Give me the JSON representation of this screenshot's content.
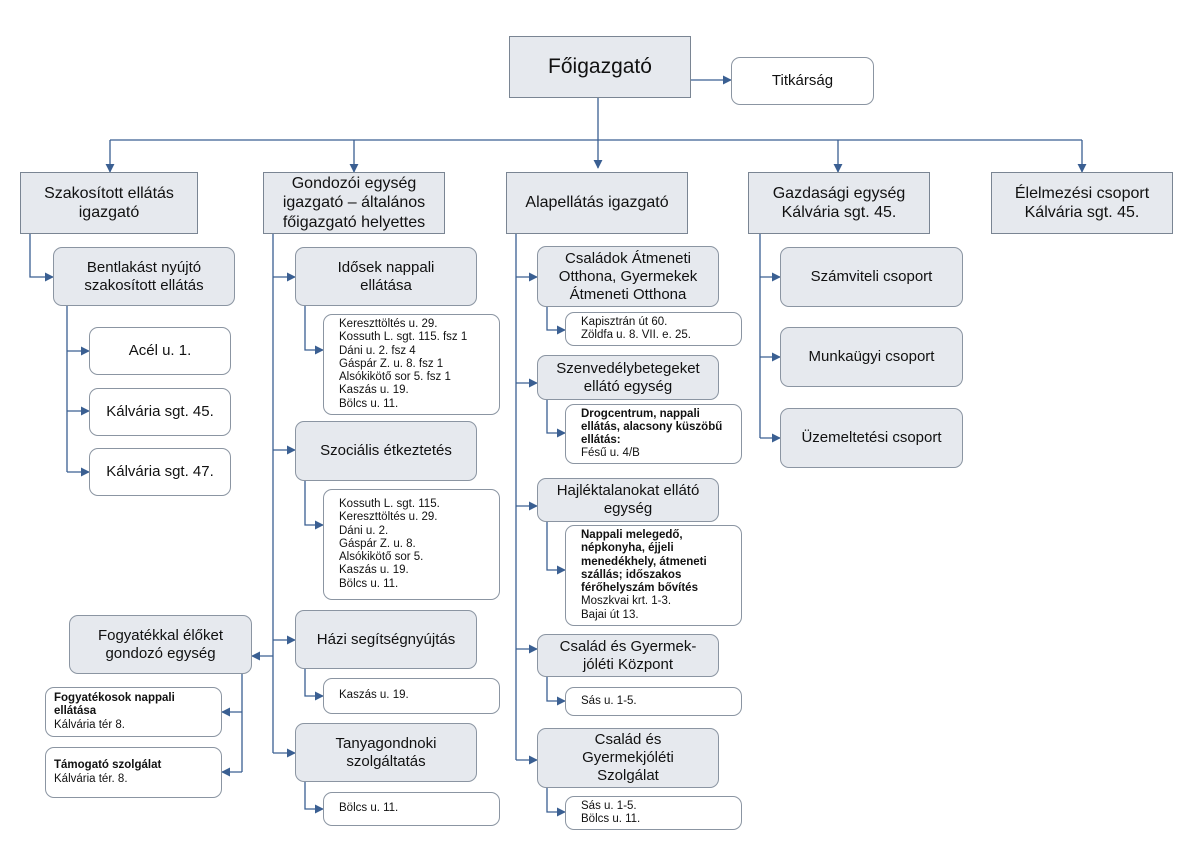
{
  "top": {
    "title": "Főigazgató",
    "secretariat": "Titkárság"
  },
  "columns": {
    "col1": {
      "title": "Szakosított ellátás igazgató",
      "sub": "Bentlakást nyújtó szakosított ellátás",
      "sites": [
        "Acél u. 1.",
        "Kálvária sgt. 45.",
        "Kálvária sgt. 47."
      ]
    },
    "col2": {
      "title": "Gondozói egység igazgató – általános főigazgató helyettes",
      "units": [
        {
          "name": "Idősek nappali ellátása",
          "addresses": [
            "Kereszttöltés u. 29.",
            "Kossuth L. sgt. 115. fsz 1",
            "Dáni u. 2. fsz 4",
            "Gáspár Z. u. 8. fsz 1",
            "Alsókikötő sor 5. fsz 1",
            "Kaszás u. 19.",
            "Bölcs u. 11."
          ]
        },
        {
          "name": "Szociális étkeztetés",
          "addresses": [
            "Kossuth L. sgt. 115.",
            "Kereszttöltés u. 29.",
            "Dáni u. 2.",
            "Gáspár Z. u. 8.",
            "Alsókikötő sor 5.",
            "Kaszás u. 19.",
            "Bölcs u. 11."
          ]
        },
        {
          "name": "Házi segítségnyújtás",
          "addresses": [
            "Kaszás u. 19."
          ]
        },
        {
          "name": "Tanyagondnoki szolgáltatás",
          "addresses": [
            "Bölcs u. 11."
          ]
        }
      ],
      "disabled": {
        "name": "Fogyatékkal élőket gondozó egység",
        "services": [
          {
            "title": "Fogyatékosok nappali ellátása",
            "address": "Kálvária tér 8."
          },
          {
            "title": "Támogató szolgálat",
            "address": "Kálvária tér. 8."
          }
        ]
      }
    },
    "col3": {
      "title": "Alapellátás igazgató",
      "units": [
        {
          "name": "Családok Átmeneti Otthona, Gyermekek Átmeneti Otthona",
          "detail_title": "",
          "addresses": [
            "Kapisztrán út 60.",
            "Zöldfa u. 8. VII. e. 25."
          ]
        },
        {
          "name": "Szenvedélybetegeket ellátó egység",
          "detail_title": "Drogcentrum, nappali ellátás, alacsony küszöbű ellátás:",
          "addresses": [
            "Fésű u. 4/B"
          ]
        },
        {
          "name": "Hajléktalanokat ellátó egység",
          "detail_title": "Nappali melegedő, népkonyha, éjjeli menedékhely, átmeneti szállás; időszakos férőhelyszám bővítés",
          "addresses": [
            "Moszkvai krt. 1-3.",
            "Bajai út 13."
          ]
        },
        {
          "name": "Család és Gyermek-jóléti Központ",
          "detail_title": "",
          "addresses": [
            "Sás u. 1-5."
          ]
        },
        {
          "name": "Család és Gyermekjóléti Szolgálat",
          "detail_title": "",
          "addresses": [
            "Sás u. 1-5.",
            "Bölcs u. 11."
          ]
        }
      ]
    },
    "col4": {
      "title": "Gazdasági egység Kálvária sgt. 45.",
      "groups": [
        "Számviteli csoport",
        "Munkaügyi csoport",
        "Üzemeltetési csoport"
      ]
    },
    "col5": {
      "title": "Élelmezési csoport Kálvária sgt. 45."
    }
  },
  "colors": {
    "connector": "#3a5f92",
    "box_fill": "#e6e9ee",
    "box_border": "#7a8593"
  }
}
